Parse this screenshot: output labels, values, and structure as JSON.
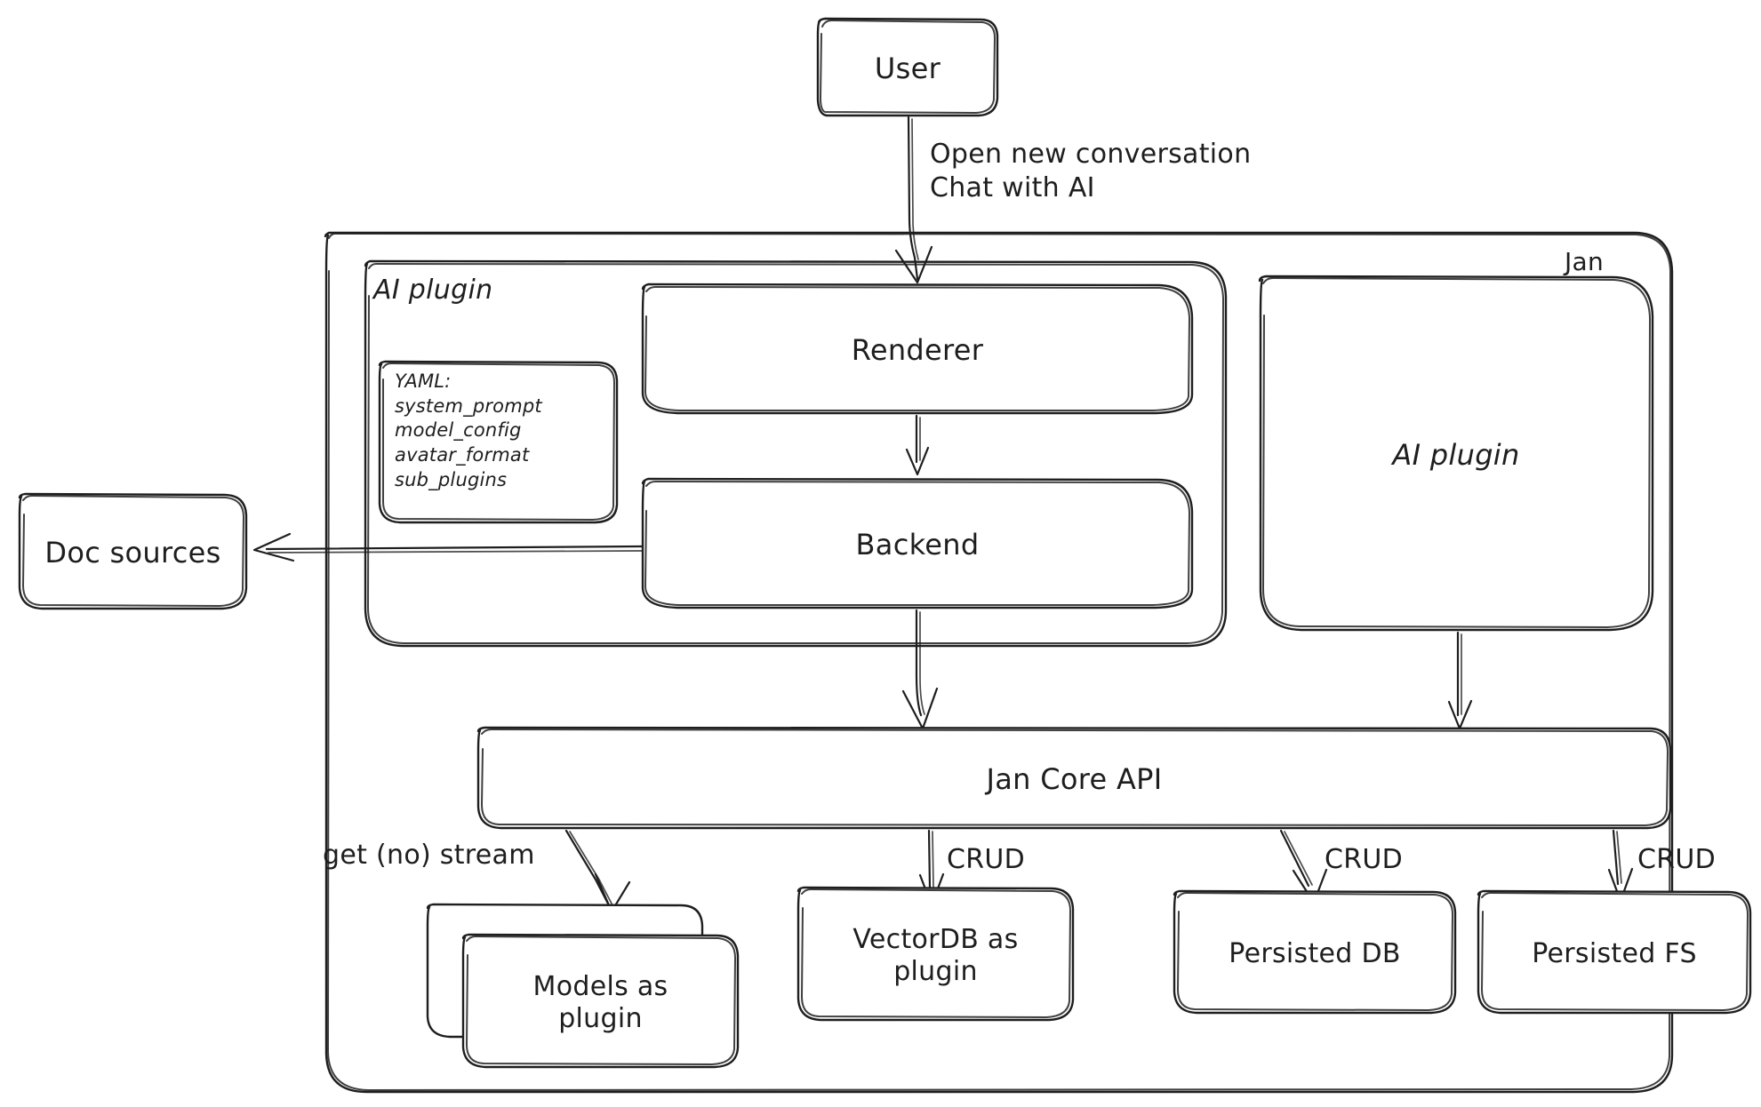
{
  "diagram": {
    "title_label": "Jan",
    "background": "#ffffff",
    "stroke_color": "#1e1e1e",
    "style": "hand-drawn"
  },
  "nodes": {
    "user": {
      "label": "User"
    },
    "jan_container": {
      "label": "Jan"
    },
    "ai_plugin_group": {
      "label": "AI plugin"
    },
    "yaml_box": {
      "label": "YAML:\nsystem_prompt\nmodel_config\navatar_format\nsub_plugins"
    },
    "renderer": {
      "label": "Renderer"
    },
    "backend": {
      "label": "Backend"
    },
    "ai_plugin_panel": {
      "label": "AI plugin"
    },
    "doc_sources": {
      "label": "Doc sources"
    },
    "jan_core_api": {
      "label": "Jan Core API"
    },
    "models_plugin": {
      "label": "Models as\nplugin"
    },
    "vectordb_plugin": {
      "label": "VectorDB as\nplugin"
    },
    "persisted_db": {
      "label": "Persisted DB"
    },
    "persisted_fs": {
      "label": "Persisted FS"
    }
  },
  "edges": {
    "user_to_renderer": {
      "label": "Open new conversation\nChat with AI"
    },
    "renderer_to_backend": {
      "label": ""
    },
    "backend_to_doc_sources": {
      "label": ""
    },
    "backend_to_core": {
      "label": ""
    },
    "ai_plugin_to_core": {
      "label": ""
    },
    "core_to_models": {
      "label": "get (no) stream"
    },
    "core_to_vectordb": {
      "label": "CRUD"
    },
    "core_to_persisted_db": {
      "label": "CRUD"
    },
    "core_to_persisted_fs": {
      "label": "CRUD"
    }
  }
}
